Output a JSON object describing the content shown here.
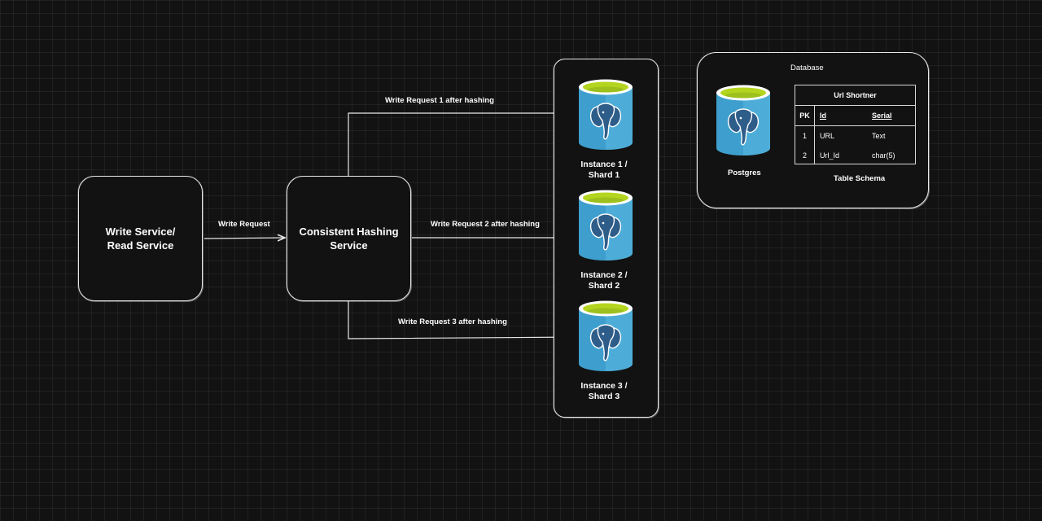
{
  "write_read_service": {
    "label": "Write Service/\nRead Service"
  },
  "hashing_service": {
    "label": "Consistent Hashing\nService"
  },
  "edges": {
    "write_request": "Write Request",
    "req1": "Write Request 1 after hashing",
    "req2": "Write Request 2 after hashing",
    "req3": "Write Request 3 after hashing"
  },
  "instances": [
    {
      "label": "Instance 1 /\nShard 1",
      "icon": "postgres-icon"
    },
    {
      "label": "Instance 2 /\nShard 2",
      "icon": "postgres-icon"
    },
    {
      "label": "Instance 3 /\nShard 3",
      "icon": "postgres-icon"
    }
  ],
  "database": {
    "title": "Database",
    "engine_label": "Postgres",
    "schema_caption": "Table Schema",
    "table": {
      "name": "Url Shortner",
      "headers": [
        "PK",
        "Id",
        "Serial"
      ],
      "rows": [
        [
          "1",
          "URL",
          "Text"
        ],
        [
          "2",
          "Url_Id",
          "char(5)"
        ]
      ]
    }
  },
  "colors": {
    "background": "#121212",
    "stroke": "#e8e8e8",
    "cylinder_body": "#3e9fce",
    "cylinder_shade": "#5bb8e0",
    "cylinder_top": "#b4d51f",
    "elephant": "#2f5d8a"
  }
}
